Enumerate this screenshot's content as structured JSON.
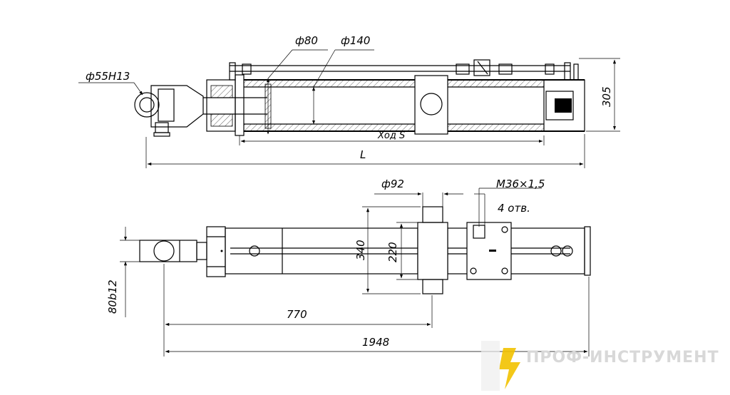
{
  "top_view": {
    "dia_pin": "ф55Н13",
    "dia_rod": "ф80",
    "dia_bore": "ф140",
    "height": "305",
    "stroke": "Ход S",
    "length": "L"
  },
  "bottom_view": {
    "dia_trunnion": "ф92",
    "thread": "М36×1,5",
    "holes": "4 отв.",
    "width_340": "340",
    "width_220": "220",
    "pin_width": "80b12",
    "dist_770": "770",
    "dist_1948": "1948"
  },
  "watermark": {
    "text": "ПРОФ-ИНСТРУМЕНТ",
    "color": "#d8d8d8",
    "logo_color": "#f2c200"
  }
}
